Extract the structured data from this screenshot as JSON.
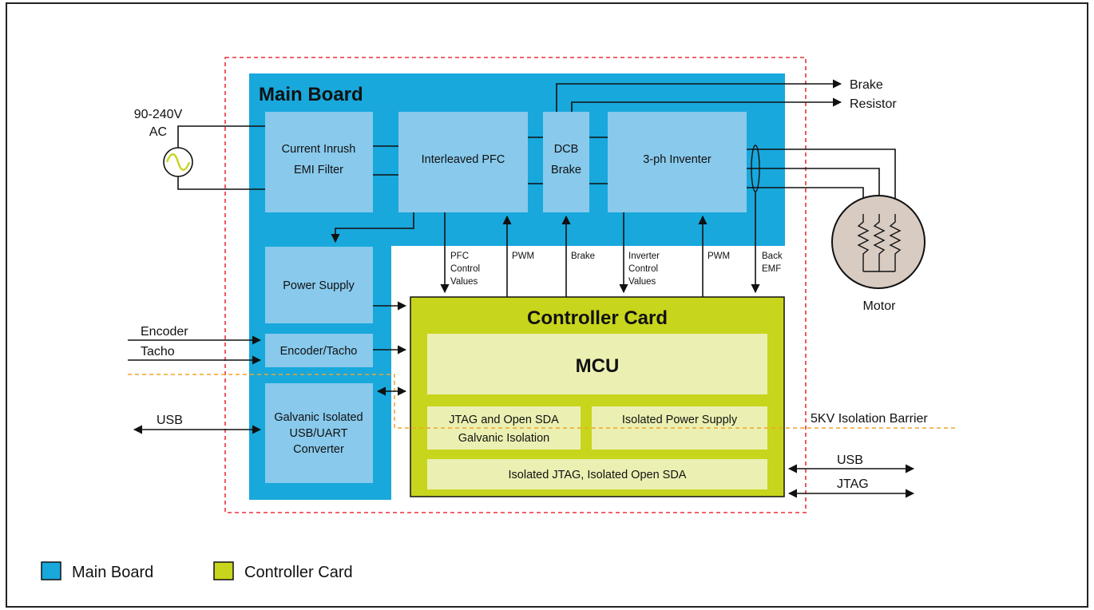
{
  "colors": {
    "main_board": "#18a8dc",
    "block_light": "#88c9ec",
    "controller_card": "#c8d51d",
    "card_block": "#ebf0b2",
    "red_dashed": "#e8323c",
    "orange_dashed": "#f0a32a",
    "motor_fill": "#d8cbc2"
  },
  "title": {
    "main_board": "Main Board",
    "controller_card": "Controller Card"
  },
  "input": {
    "voltage_line1": "90-240V",
    "voltage_line2": "AC"
  },
  "blocks": {
    "current_inrush_line1": "Current Inrush",
    "current_inrush_line2": "EMI Filter",
    "pfc": "Interleaved PFC",
    "dcb_line1": "DCB",
    "dcb_line2": "Brake",
    "inverter": "3-ph Inventer",
    "power_supply": "Power Supply",
    "encoder_tacho": "Encoder/Tacho",
    "galvanic_line1": "Galvanic Isolated",
    "galvanic_line2": "USB/UART",
    "galvanic_line3": "Converter",
    "mcu": "MCU",
    "jtag_open_line1": "JTAG and Open SDA",
    "jtag_open_line2": "Galvanic Isolation",
    "isolated_power": "Isolated Power Supply",
    "isolated_jtag": "Isolated JTAG, Isolated Open SDA"
  },
  "signals": {
    "pfc_control_1": "PFC",
    "pfc_control_2": "Control",
    "pfc_control_3": "Values",
    "pwm_1": "PWM",
    "brake": "Brake",
    "inverter_control_1": "Inverter",
    "inverter_control_2": "Control",
    "inverter_control_3": "Values",
    "pwm_2": "PWM",
    "back_emf_1": "Back",
    "back_emf_2": "EMF"
  },
  "external": {
    "brake_resistor_1": "Brake",
    "brake_resistor_2": "Resistor",
    "motor": "Motor",
    "encoder": "Encoder",
    "tacho": "Tacho",
    "usb_left": "USB",
    "usb_right": "USB",
    "jtag_right": "JTAG",
    "isolation_barrier": "5KV Isolation Barrier"
  },
  "legend": {
    "main_board": "Main Board",
    "controller_card": "Controller Card"
  }
}
